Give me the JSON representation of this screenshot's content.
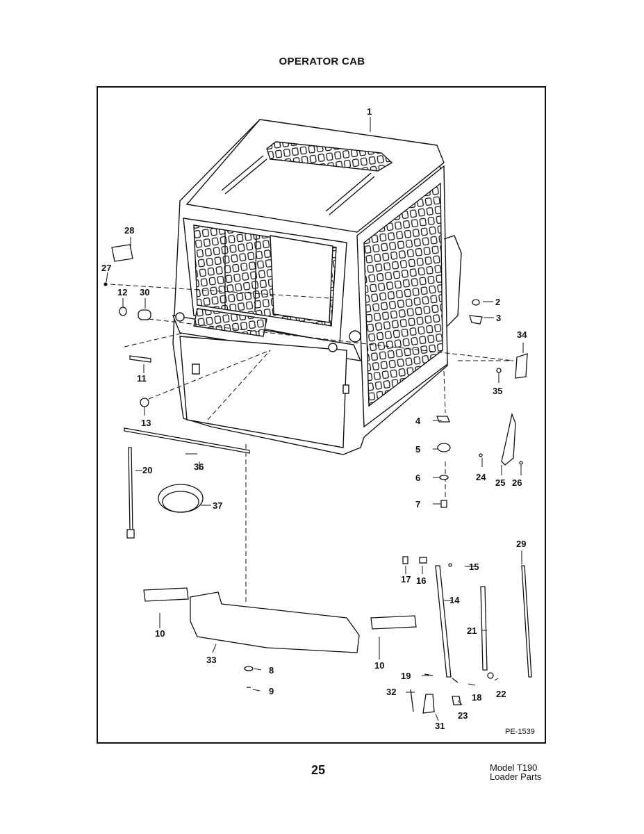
{
  "title": "OPERATOR CAB",
  "figure_code": "PE-1539",
  "page_number": "25",
  "footer": {
    "model": "Model T190",
    "section": "Loader Parts"
  },
  "callouts": [
    {
      "id": "1",
      "label": "1"
    },
    {
      "id": "2",
      "label": "2"
    },
    {
      "id": "3",
      "label": "3"
    },
    {
      "id": "4",
      "label": "4"
    },
    {
      "id": "5",
      "label": "5"
    },
    {
      "id": "6",
      "label": "6"
    },
    {
      "id": "7",
      "label": "7"
    },
    {
      "id": "8",
      "label": "8"
    },
    {
      "id": "9",
      "label": "9"
    },
    {
      "id": "10a",
      "label": "10"
    },
    {
      "id": "10b",
      "label": "10"
    },
    {
      "id": "11",
      "label": "11"
    },
    {
      "id": "12",
      "label": "12"
    },
    {
      "id": "13",
      "label": "13"
    },
    {
      "id": "14",
      "label": "14"
    },
    {
      "id": "15",
      "label": "15"
    },
    {
      "id": "16",
      "label": "16"
    },
    {
      "id": "17",
      "label": "17"
    },
    {
      "id": "18",
      "label": "18"
    },
    {
      "id": "19",
      "label": "19"
    },
    {
      "id": "20",
      "label": "20"
    },
    {
      "id": "21",
      "label": "21"
    },
    {
      "id": "22",
      "label": "22"
    },
    {
      "id": "23",
      "label": "23"
    },
    {
      "id": "24",
      "label": "24"
    },
    {
      "id": "25",
      "label": "25"
    },
    {
      "id": "26",
      "label": "26"
    },
    {
      "id": "27",
      "label": "27"
    },
    {
      "id": "28",
      "label": "28"
    },
    {
      "id": "29",
      "label": "29"
    },
    {
      "id": "30",
      "label": "30"
    },
    {
      "id": "31",
      "label": "31"
    },
    {
      "id": "32",
      "label": "32"
    },
    {
      "id": "33",
      "label": "33"
    },
    {
      "id": "34",
      "label": "34"
    },
    {
      "id": "35",
      "label": "35"
    },
    {
      "id": "36",
      "label": "36"
    },
    {
      "id": "37",
      "label": "37"
    }
  ]
}
